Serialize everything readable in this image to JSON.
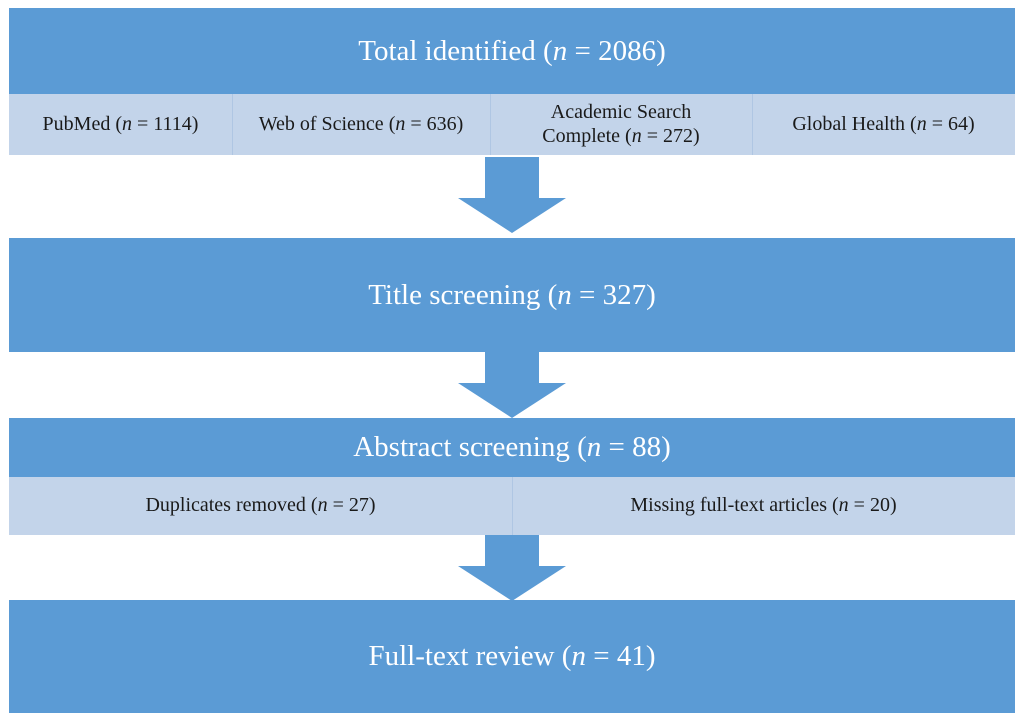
{
  "diagram": {
    "title": "PRISMA study selection flow diagram",
    "colors": {
      "primary": "#5B9BD5",
      "secondary": "#C3D4EA",
      "primary_text": "#FFFFFF",
      "secondary_text": "#1A1A1A",
      "background": "#FFFFFF"
    },
    "stages": [
      {
        "id": "total-identified",
        "label_prefix": "Total identified (",
        "label_var": "n",
        "label_eq": " = ",
        "count": "2086",
        "label_suffix": ")",
        "full_label": "Total identified (n = 2086)",
        "sources": [
          {
            "id": "pubmed",
            "label_prefix": "PubMed (",
            "label_var": "n",
            "label_eq": " = ",
            "count": "1114",
            "label_suffix": ")",
            "full_label": "PubMed (n = 1114)"
          },
          {
            "id": "web-of-science",
            "label_prefix": "Web of Science (",
            "label_var": "n",
            "label_eq": " = ",
            "count": "636",
            "label_suffix": ")",
            "full_label": "Web of Science (n = 636)"
          },
          {
            "id": "academic-search-complete",
            "label_prefix": "Academic Search Complete (",
            "label_var": "n",
            "label_eq": " = ",
            "count": "272",
            "label_suffix": ")",
            "full_label": "Academic Search Complete (n = 272)"
          },
          {
            "id": "global-health",
            "label_prefix": "Global Health (",
            "label_var": "n",
            "label_eq": " = ",
            "count": "64",
            "label_suffix": ")",
            "full_label": "Global Health (n = 64)"
          }
        ]
      },
      {
        "id": "title-screening",
        "label_prefix": "Title screening (",
        "label_var": "n",
        "label_eq": " = ",
        "count": "327",
        "label_suffix": ")",
        "full_label": "Title screening (n = 327)",
        "sources": []
      },
      {
        "id": "abstract-screening",
        "label_prefix": "Abstract screening (",
        "label_var": "n",
        "label_eq": " = ",
        "count": "88",
        "label_suffix": ")",
        "full_label": "Abstract screening (n = 88)",
        "sources": [
          {
            "id": "duplicates-removed",
            "label_prefix": "Duplicates removed (",
            "label_var": "n",
            "label_eq": " = ",
            "count": "27",
            "label_suffix": ")",
            "full_label": "Duplicates removed (n = 27)"
          },
          {
            "id": "missing-full-text-articles",
            "label_prefix": "Missing full-text articles (",
            "label_var": "n",
            "label_eq": " = ",
            "count": "20",
            "label_suffix": ")",
            "full_label": "Missing full-text articles (n = 20)"
          }
        ]
      },
      {
        "id": "full-text-review",
        "label_prefix": "Full-text review (",
        "label_var": "n",
        "label_eq": " = ",
        "count": "41",
        "label_suffix": ")",
        "full_label": "Full-text review (n = 41)",
        "sources": []
      }
    ],
    "connectors": [
      {
        "id": "arrow-1",
        "from": "total-identified",
        "to": "title-screening",
        "icon": "down-arrow-icon"
      },
      {
        "id": "arrow-2",
        "from": "title-screening",
        "to": "abstract-screening",
        "icon": "down-arrow-icon"
      },
      {
        "id": "arrow-3",
        "from": "abstract-screening",
        "to": "full-text-review",
        "icon": "down-arrow-icon"
      }
    ]
  }
}
